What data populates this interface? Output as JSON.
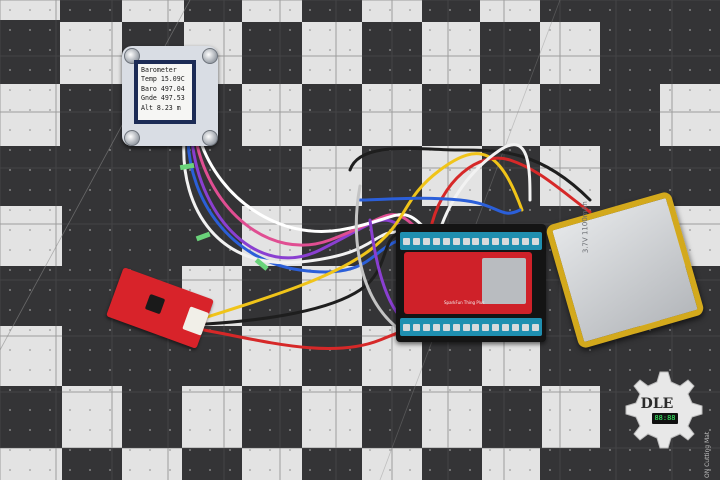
{
  "oled": {
    "lines": [
      "Barometer",
      "Temp 15.09C",
      "Baro 497.04",
      "Gnde 497.53",
      "Alt  8.23 m"
    ]
  },
  "esp_board_label": "SparkFun Thing Plus",
  "battery_label": "3.7V 1100mAh",
  "logo": {
    "text": "DLE",
    "clock": "88:88"
  },
  "mat_print": "ON Cutting Mat"
}
